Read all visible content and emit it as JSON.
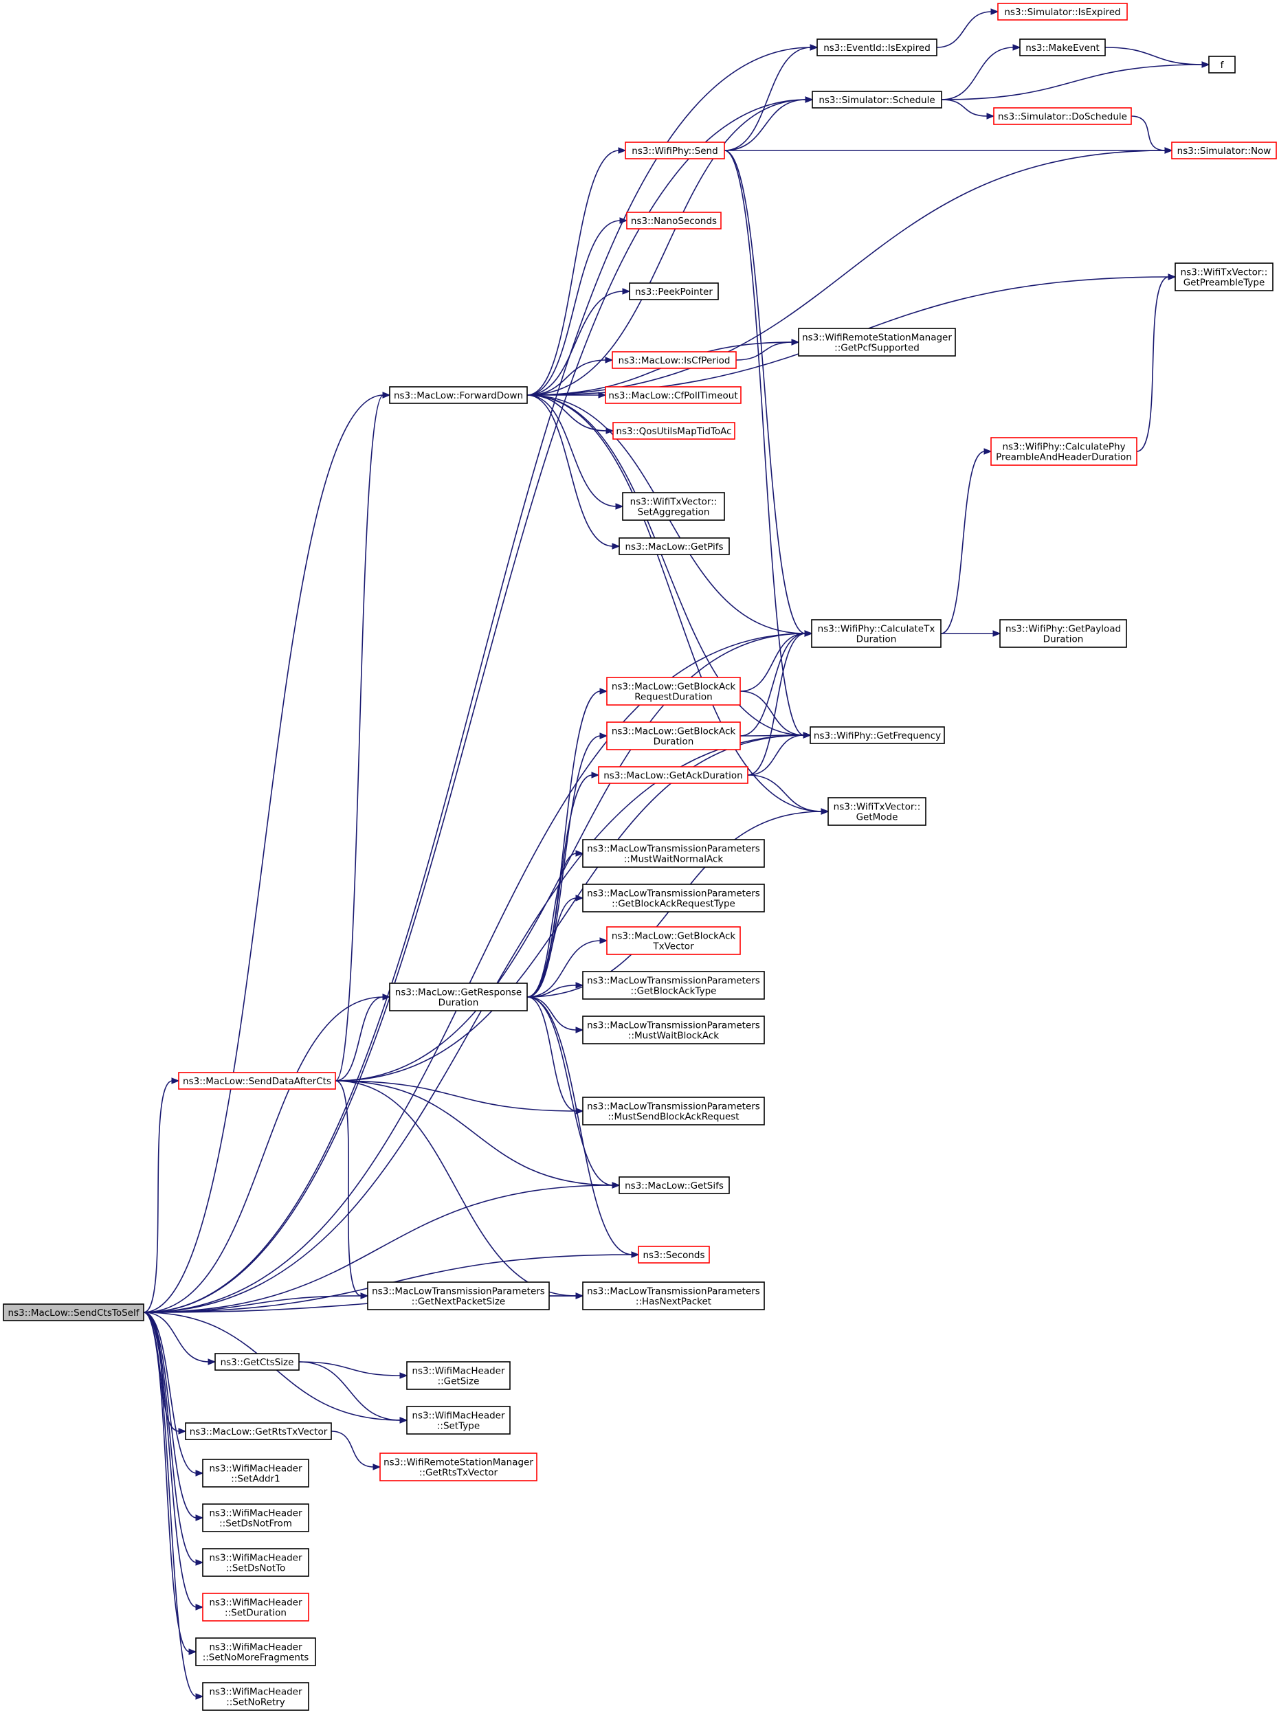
{
  "colors": {
    "edge": "#191970",
    "normal_border": "#000000",
    "truncated_border": "#ff0000",
    "root_fill": "#bfbfbf",
    "node_fill": "#ffffff"
  },
  "nodes": {
    "root": {
      "lines": [
        "ns3::MacLow::SendCtsToSelf"
      ],
      "style": "root"
    },
    "is_expired_sim": {
      "lines": [
        "ns3::Simulator::IsExpired"
      ],
      "style": "truncated"
    },
    "eventid_is_expired": {
      "lines": [
        "ns3::EventId::IsExpired"
      ],
      "style": "normal"
    },
    "make_event": {
      "lines": [
        "ns3::MakeEvent"
      ],
      "style": "normal"
    },
    "f": {
      "lines": [
        "f"
      ],
      "style": "normal"
    },
    "schedule": {
      "lines": [
        "ns3::Simulator::Schedule"
      ],
      "style": "normal"
    },
    "do_schedule": {
      "lines": [
        "ns3::Simulator::DoSchedule"
      ],
      "style": "truncated"
    },
    "wifiphy_send": {
      "lines": [
        "ns3::WifiPhy::Send"
      ],
      "style": "truncated"
    },
    "now": {
      "lines": [
        "ns3::Simulator::Now"
      ],
      "style": "truncated"
    },
    "nanoseconds": {
      "lines": [
        "ns3::NanoSeconds"
      ],
      "style": "truncated"
    },
    "get_preamble_type": {
      "lines": [
        "ns3::WifiTxVector::",
        "GetPreambleType"
      ],
      "style": "normal"
    },
    "peek_pointer": {
      "lines": [
        "ns3::PeekPointer"
      ],
      "style": "normal"
    },
    "get_pcf_supported": {
      "lines": [
        "ns3::WifiRemoteStationManager",
        "::GetPcfSupported"
      ],
      "style": "normal"
    },
    "is_cf_period": {
      "lines": [
        "ns3::MacLow::IsCfPeriod"
      ],
      "style": "truncated"
    },
    "forward_down": {
      "lines": [
        "ns3::MacLow::ForwardDown"
      ],
      "style": "normal"
    },
    "cf_poll_timeout": {
      "lines": [
        "ns3::MacLow::CfPollTimeout"
      ],
      "style": "truncated"
    },
    "qos_utils": {
      "lines": [
        "ns3::QosUtilsMapTidToAc"
      ],
      "style": "truncated"
    },
    "calc_preamble": {
      "lines": [
        "ns3::WifiPhy::CalculatePhy",
        "PreambleAndHeaderDuration"
      ],
      "style": "truncated"
    },
    "set_aggregation": {
      "lines": [
        "ns3::WifiTxVector::",
        "SetAggregation"
      ],
      "style": "normal"
    },
    "get_pifs": {
      "lines": [
        "ns3::MacLow::GetPifs"
      ],
      "style": "normal"
    },
    "calc_tx_duration": {
      "lines": [
        "ns3::WifiPhy::CalculateTx",
        "Duration"
      ],
      "style": "normal"
    },
    "get_payload_duration": {
      "lines": [
        "ns3::WifiPhy::GetPayload",
        "Duration"
      ],
      "style": "normal"
    },
    "get_bar_duration": {
      "lines": [
        "ns3::MacLow::GetBlockAck",
        "RequestDuration"
      ],
      "style": "truncated"
    },
    "get_ba_duration": {
      "lines": [
        "ns3::MacLow::GetBlockAck",
        "Duration"
      ],
      "style": "truncated"
    },
    "get_frequency": {
      "lines": [
        "ns3::WifiPhy::GetFrequency"
      ],
      "style": "normal"
    },
    "get_ack_duration": {
      "lines": [
        "ns3::MacLow::GetAckDuration"
      ],
      "style": "truncated"
    },
    "get_mode": {
      "lines": [
        "ns3::WifiTxVector::",
        "GetMode"
      ],
      "style": "normal"
    },
    "must_wait_normal_ack": {
      "lines": [
        "ns3::MacLowTransmissionParameters",
        "::MustWaitNormalAck"
      ],
      "style": "normal"
    },
    "get_bar_type": {
      "lines": [
        "ns3::MacLowTransmissionParameters",
        "::GetBlockAckRequestType"
      ],
      "style": "normal"
    },
    "get_ba_txvector": {
      "lines": [
        "ns3::MacLow::GetBlockAck",
        "TxVector"
      ],
      "style": "truncated"
    },
    "get_response_duration": {
      "lines": [
        "ns3::MacLow::GetResponse",
        "Duration"
      ],
      "style": "normal"
    },
    "get_ba_type": {
      "lines": [
        "ns3::MacLowTransmissionParameters",
        "::GetBlockAckType"
      ],
      "style": "normal"
    },
    "must_wait_ba": {
      "lines": [
        "ns3::MacLowTransmissionParameters",
        "::MustWaitBlockAck"
      ],
      "style": "normal"
    },
    "send_data_after_cts": {
      "lines": [
        "ns3::MacLow::SendDataAfterCts"
      ],
      "style": "truncated"
    },
    "must_send_bar": {
      "lines": [
        "ns3::MacLowTransmissionParameters",
        "::MustSendBlockAckRequest"
      ],
      "style": "normal"
    },
    "get_sifs": {
      "lines": [
        "ns3::MacLow::GetSifs"
      ],
      "style": "normal"
    },
    "seconds": {
      "lines": [
        "ns3::Seconds"
      ],
      "style": "truncated"
    },
    "get_next_packet_size": {
      "lines": [
        "ns3::MacLowTransmissionParameters",
        "::GetNextPacketSize"
      ],
      "style": "normal"
    },
    "has_next_packet": {
      "lines": [
        "ns3::MacLowTransmissionParameters",
        "::HasNextPacket"
      ],
      "style": "normal"
    },
    "get_cts_size": {
      "lines": [
        "ns3::GetCtsSize"
      ],
      "style": "normal"
    },
    "hdr_get_size": {
      "lines": [
        "ns3::WifiMacHeader",
        "::GetSize"
      ],
      "style": "normal"
    },
    "hdr_set_type": {
      "lines": [
        "ns3::WifiMacHeader",
        "::SetType"
      ],
      "style": "normal"
    },
    "get_rts_txvector": {
      "lines": [
        "ns3::MacLow::GetRtsTxVector"
      ],
      "style": "normal"
    },
    "rsm_get_rts_txvector": {
      "lines": [
        "ns3::WifiRemoteStationManager",
        "::GetRtsTxVector"
      ],
      "style": "truncated"
    },
    "set_addr1": {
      "lines": [
        "ns3::WifiMacHeader",
        "::SetAddr1"
      ],
      "style": "normal"
    },
    "set_ds_not_from": {
      "lines": [
        "ns3::WifiMacHeader",
        "::SetDsNotFrom"
      ],
      "style": "normal"
    },
    "set_ds_not_to": {
      "lines": [
        "ns3::WifiMacHeader",
        "::SetDsNotTo"
      ],
      "style": "normal"
    },
    "set_duration": {
      "lines": [
        "ns3::WifiMacHeader",
        "::SetDuration"
      ],
      "style": "truncated"
    },
    "set_no_more_fragments": {
      "lines": [
        "ns3::WifiMacHeader",
        "::SetNoMoreFragments"
      ],
      "style": "normal"
    },
    "set_no_retry": {
      "lines": [
        "ns3::WifiMacHeader",
        "::SetNoRetry"
      ],
      "style": "normal"
    }
  },
  "edges": [
    [
      "root",
      "eventid_is_expired"
    ],
    [
      "root",
      "schedule"
    ],
    [
      "root",
      "forward_down"
    ],
    [
      "root",
      "calc_tx_duration"
    ],
    [
      "root",
      "get_response_duration"
    ],
    [
      "root",
      "send_data_after_cts"
    ],
    [
      "root",
      "get_sifs"
    ],
    [
      "root",
      "get_frequency"
    ],
    [
      "root",
      "seconds"
    ],
    [
      "root",
      "get_next_packet_size"
    ],
    [
      "root",
      "has_next_packet"
    ],
    [
      "root",
      "get_cts_size"
    ],
    [
      "root",
      "hdr_set_type"
    ],
    [
      "root",
      "get_rts_txvector"
    ],
    [
      "root",
      "set_addr1"
    ],
    [
      "root",
      "set_ds_not_from"
    ],
    [
      "root",
      "set_ds_not_to"
    ],
    [
      "root",
      "set_duration"
    ],
    [
      "root",
      "set_no_more_fragments"
    ],
    [
      "root",
      "set_no_retry"
    ],
    [
      "eventid_is_expired",
      "is_expired_sim"
    ],
    [
      "schedule",
      "make_event"
    ],
    [
      "schedule",
      "f"
    ],
    [
      "schedule",
      "do_schedule"
    ],
    [
      "make_event",
      "f"
    ],
    [
      "do_schedule",
      "now"
    ],
    [
      "wifiphy_send",
      "eventid_is_expired"
    ],
    [
      "wifiphy_send",
      "schedule"
    ],
    [
      "wifiphy_send",
      "now"
    ],
    [
      "wifiphy_send",
      "calc_tx_duration"
    ],
    [
      "wifiphy_send",
      "get_frequency"
    ],
    [
      "forward_down",
      "schedule"
    ],
    [
      "forward_down",
      "wifiphy_send"
    ],
    [
      "forward_down",
      "now"
    ],
    [
      "forward_down",
      "nanoseconds"
    ],
    [
      "forward_down",
      "get_preamble_type"
    ],
    [
      "forward_down",
      "peek_pointer"
    ],
    [
      "forward_down",
      "get_pcf_supported"
    ],
    [
      "forward_down",
      "is_cf_period"
    ],
    [
      "forward_down",
      "cf_poll_timeout"
    ],
    [
      "forward_down",
      "qos_utils"
    ],
    [
      "forward_down",
      "set_aggregation"
    ],
    [
      "forward_down",
      "get_pifs"
    ],
    [
      "forward_down",
      "calc_tx_duration"
    ],
    [
      "forward_down",
      "get_frequency"
    ],
    [
      "forward_down",
      "get_mode"
    ],
    [
      "is_cf_period",
      "get_pcf_supported"
    ],
    [
      "calc_preamble",
      "get_preamble_type"
    ],
    [
      "calc_tx_duration",
      "calc_preamble"
    ],
    [
      "calc_tx_duration",
      "get_payload_duration"
    ],
    [
      "get_bar_duration",
      "calc_tx_duration"
    ],
    [
      "get_bar_duration",
      "get_frequency"
    ],
    [
      "get_ba_duration",
      "calc_tx_duration"
    ],
    [
      "get_ba_duration",
      "get_frequency"
    ],
    [
      "get_ack_duration",
      "calc_tx_duration"
    ],
    [
      "get_ack_duration",
      "get_frequency"
    ],
    [
      "get_ack_duration",
      "get_mode"
    ],
    [
      "get_response_duration",
      "get_bar_duration"
    ],
    [
      "get_response_duration",
      "get_ba_duration"
    ],
    [
      "get_response_duration",
      "get_ack_duration"
    ],
    [
      "get_response_duration",
      "must_wait_normal_ack"
    ],
    [
      "get_response_duration",
      "get_bar_type"
    ],
    [
      "get_response_duration",
      "get_ba_txvector"
    ],
    [
      "get_response_duration",
      "get_ba_type"
    ],
    [
      "get_response_duration",
      "must_wait_ba"
    ],
    [
      "get_response_duration",
      "get_mode"
    ],
    [
      "get_response_duration",
      "must_send_bar"
    ],
    [
      "get_response_duration",
      "get_sifs"
    ],
    [
      "get_response_duration",
      "seconds"
    ],
    [
      "send_data_after_cts",
      "forward_down"
    ],
    [
      "send_data_after_cts",
      "calc_tx_duration"
    ],
    [
      "send_data_after_cts",
      "get_response_duration"
    ],
    [
      "send_data_after_cts",
      "get_frequency"
    ],
    [
      "send_data_after_cts",
      "must_send_bar"
    ],
    [
      "send_data_after_cts",
      "get_sifs"
    ],
    [
      "send_data_after_cts",
      "get_next_packet_size"
    ],
    [
      "send_data_after_cts",
      "has_next_packet"
    ],
    [
      "get_next_packet_size",
      "has_next_packet"
    ],
    [
      "get_cts_size",
      "hdr_get_size"
    ],
    [
      "get_cts_size",
      "hdr_set_type"
    ],
    [
      "get_rts_txvector",
      "rsm_get_rts_txvector"
    ]
  ]
}
